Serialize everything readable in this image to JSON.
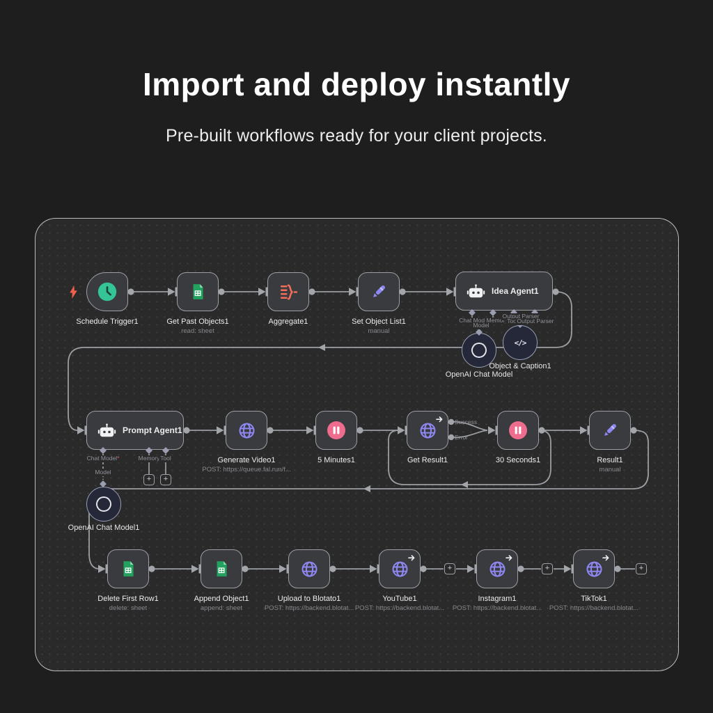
{
  "hero": {
    "title": "Import and deploy instantly",
    "subtitle": "Pre-built workflows ready for your client projects."
  },
  "workflow": {
    "nodes": [
      {
        "id": "schedule-trigger1",
        "label": "Schedule Trigger1",
        "subtitle": ""
      },
      {
        "id": "get-past-objects1",
        "label": "Get Past Objects1",
        "subtitle": "read: sheet"
      },
      {
        "id": "aggregate1",
        "label": "Aggregate1",
        "subtitle": ""
      },
      {
        "id": "set-object-list1",
        "label": "Set Object List1",
        "subtitle": "manual"
      },
      {
        "id": "idea-agent1",
        "label": "Idea Agent1"
      },
      {
        "id": "openai-chat-model",
        "label": "OpenAI Chat Model"
      },
      {
        "id": "object-caption1",
        "label": "Object & Caption1"
      },
      {
        "id": "prompt-agent1",
        "label": "Prompt Agent1"
      },
      {
        "id": "openai-chat-model1",
        "label": "OpenAI Chat Model1"
      },
      {
        "id": "generate-video1",
        "label": "Generate Video1",
        "subtitle": "POST: https://queue.fal.run/f..."
      },
      {
        "id": "five-minutes1",
        "label": "5 Minutes1",
        "subtitle": ""
      },
      {
        "id": "get-result1",
        "label": "Get Result1",
        "subtitle": ""
      },
      {
        "id": "thirty-seconds1",
        "label": "30 Seconds1",
        "subtitle": ""
      },
      {
        "id": "result1",
        "label": "Result1",
        "subtitle": "manual"
      },
      {
        "id": "delete-first-row1",
        "label": "Delete First Row1",
        "subtitle": "delete: sheet"
      },
      {
        "id": "append-object1",
        "label": "Append Object1",
        "subtitle": "append: sheet"
      },
      {
        "id": "upload-to-blotato1",
        "label": "Upload to Blotato1",
        "subtitle": "POST: https://backend.blotat..."
      },
      {
        "id": "youtube1",
        "label": "YouTube1",
        "subtitle": "POST: https://backend.blotat..."
      },
      {
        "id": "instagram1",
        "label": "Instagram1",
        "subtitle": "POST: https://backend.blotat..."
      },
      {
        "id": "tiktok1",
        "label": "TikTok1",
        "subtitle": "POST: https://backend.blotat..."
      }
    ],
    "idea_agent_ports": [
      "Chat Model",
      "Memory",
      "Output Parser",
      "Model",
      "Tool",
      "Output Parser"
    ],
    "prompt_agent_ports": {
      "chat_model": "Chat Model",
      "required_mark": "*",
      "memory": "Memory",
      "tool": "Tool",
      "model": "Model"
    },
    "branch_labels": {
      "success": "Success",
      "error": "Error"
    },
    "icons": {
      "plus": "+",
      "code": "</>"
    },
    "colors": {
      "page_bg": "#1e1e1f",
      "canvas_bg": "#2a2a2b",
      "node_fill": "#3a3b3e",
      "node_border": "#9ca0a6",
      "wire": "#a2a5aa",
      "sheets_green": "#23a25f",
      "trigger_teal": "#35c495",
      "aggregate_red": "#f26d5b",
      "purple": "#8e87f2",
      "wait_pink": "#ee6d8e",
      "bolt_red": "#f2604e",
      "circle_fill": "#252839"
    }
  }
}
